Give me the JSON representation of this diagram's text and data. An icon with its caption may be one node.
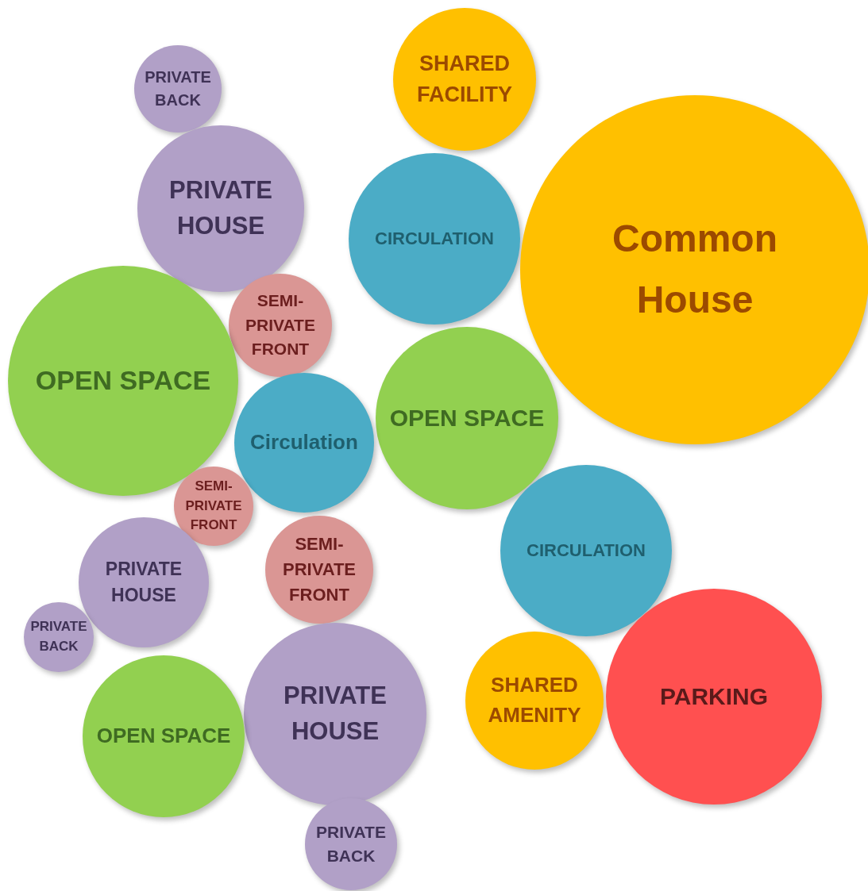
{
  "diagram": {
    "nodes": [
      {
        "text": [
          "PRIVATE BACK"
        ]
      },
      {
        "text": [
          "SHARED FACILITY"
        ]
      },
      {
        "text": [
          "PRIVATE HOUSE"
        ]
      },
      {
        "text": [
          "CIRCULATION"
        ]
      },
      {
        "text": [
          "Common House"
        ]
      },
      {
        "text": [
          "SEMI-PRIVATE FRONT"
        ]
      },
      {
        "text": [
          "OPEN SPACE"
        ]
      },
      {
        "text": [
          "OPEN SPACE"
        ]
      },
      {
        "text": [
          "Circulation"
        ]
      },
      {
        "text": [
          "SEMI-PRIVATE FRONT"
        ]
      },
      {
        "text": [
          "CIRCULATION"
        ]
      },
      {
        "text": [
          "PRIVATE HOUSE"
        ]
      },
      {
        "text": [
          "SEMI-PRIVATE FRONT"
        ]
      },
      {
        "text": [
          "PRIVATE BACK"
        ]
      },
      {
        "text": [
          "SHARED AMENITY"
        ]
      },
      {
        "text": [
          "PARKING"
        ]
      },
      {
        "text": [
          "PRIVATE HOUSE"
        ]
      },
      {
        "text": [
          "OPEN SPACE"
        ]
      },
      {
        "text": [
          "PRIVATE BACK"
        ]
      }
    ]
  }
}
